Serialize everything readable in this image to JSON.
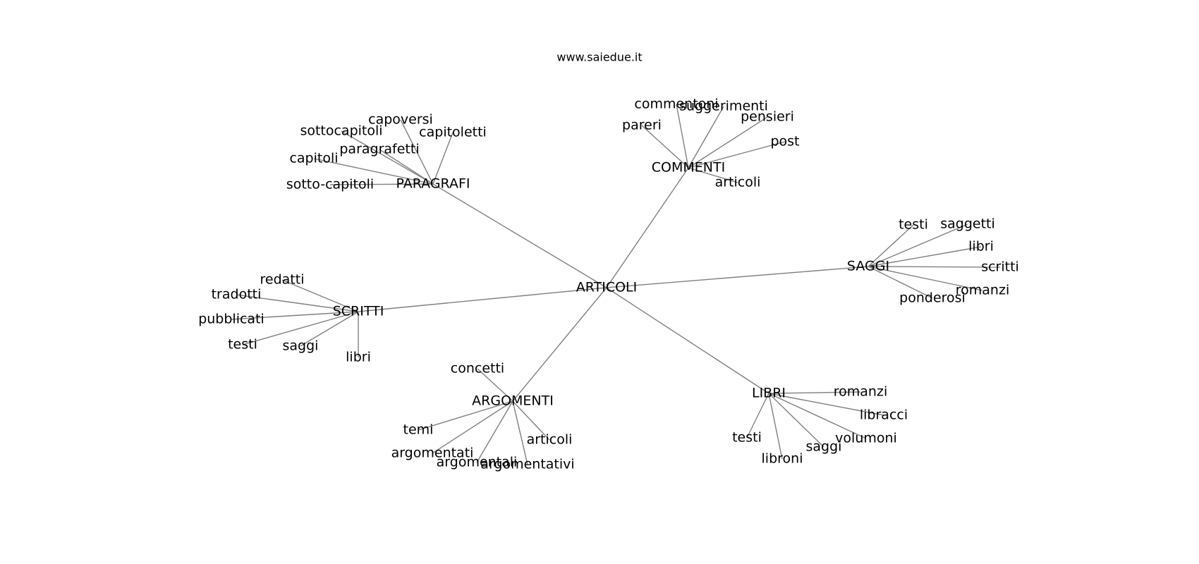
{
  "header": {
    "site": "www.saiedue.it"
  },
  "colors": {
    "edge": "#808080",
    "text": "#000000",
    "background": "#ffffff"
  },
  "graph": {
    "root": "ARTICOLI",
    "groups": [
      {
        "id": "paragrafi",
        "label": "PARAGRAFI",
        "children": [
          "capoversi",
          "capitoletti",
          "sottocapitoli",
          "paragrafetti",
          "capitoli",
          "sotto-capitoli"
        ]
      },
      {
        "id": "commenti",
        "label": "COMMENTI",
        "children": [
          "commentoni",
          "suggerimenti",
          "pensieri",
          "pareri",
          "post",
          "articoli"
        ]
      },
      {
        "id": "saggi",
        "label": "SAGGI",
        "children": [
          "testi",
          "saggetti",
          "libri",
          "scritti",
          "romanzi",
          "ponderosi"
        ]
      },
      {
        "id": "scritti",
        "label": "SCRITTI",
        "children": [
          "redatti",
          "tradotti",
          "pubblicati",
          "testi",
          "saggi",
          "libri"
        ]
      },
      {
        "id": "argomenti",
        "label": "ARGOMENTI",
        "children": [
          "concetti",
          "temi",
          "argomentati",
          "argomentali",
          "argomentativi",
          "articoli"
        ]
      },
      {
        "id": "libri",
        "label": "LIBRI",
        "children": [
          "romanzi",
          "libracci",
          "volumoni",
          "saggi",
          "libroni",
          "testi"
        ]
      }
    ]
  }
}
